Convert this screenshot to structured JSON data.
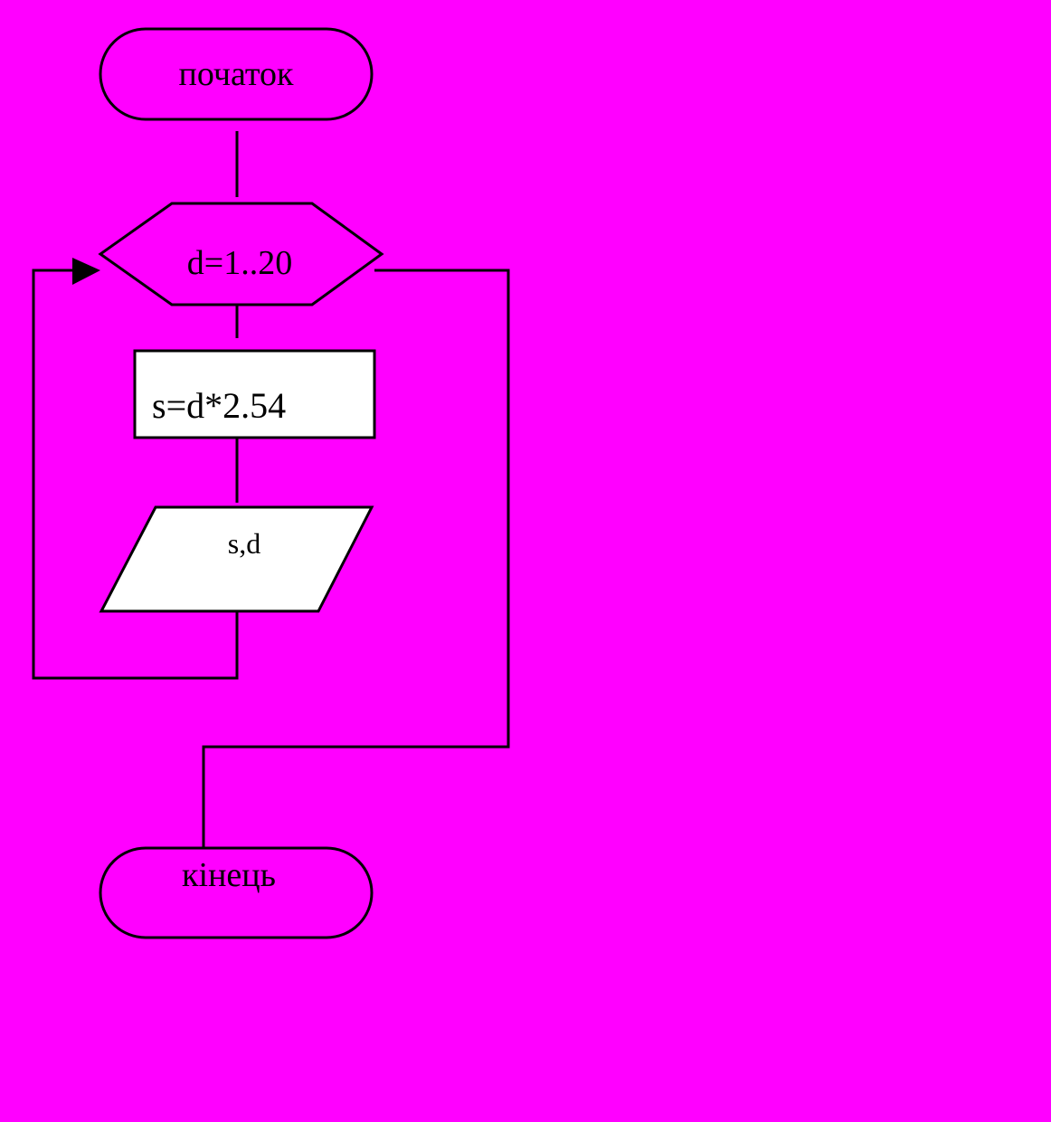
{
  "colors": {
    "background": "#ff00ff",
    "stroke": "#000000",
    "box_fill": "#ffffff"
  },
  "flowchart": {
    "start": {
      "label": "початок",
      "shape": "terminator"
    },
    "loop": {
      "label": "d=1..20",
      "shape": "hexagon-loop"
    },
    "process": {
      "label": "s=d*2.54",
      "shape": "rectangle"
    },
    "output": {
      "label": "s,d",
      "shape": "parallelogram"
    },
    "end": {
      "label": "кінець",
      "shape": "terminator"
    }
  }
}
